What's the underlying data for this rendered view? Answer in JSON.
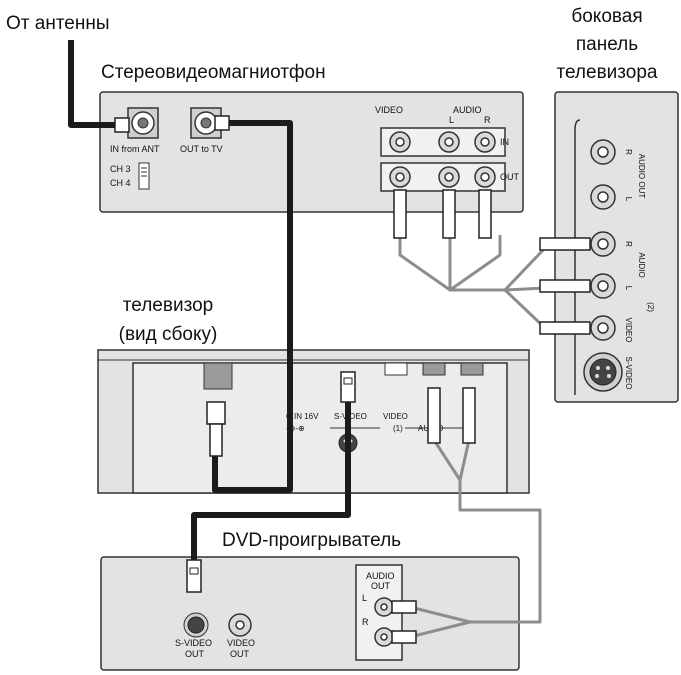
{
  "labels": {
    "antenna": "От антенны",
    "tv_side_panel_line1": "боковая",
    "tv_side_panel_line2": "панель",
    "tv_side_panel_line3": "телевизора",
    "vcr": "Стереовидеомагниотфон",
    "tv_side_view_line1": "телевизор",
    "tv_side_view_line2": "(вид сбоку)",
    "dvd": "DVD-проигрыватель"
  },
  "vcr": {
    "in_from_ant": "IN from ANT",
    "out_to_tv": "OUT to TV",
    "ch3": "CH 3",
    "ch4": "CH 4",
    "video": "VIDEO",
    "audio": "AUDIO",
    "l": "L",
    "r": "R",
    "in": "IN",
    "out": "OUT"
  },
  "tv_side": {
    "audio_out": "AUDIO OUT",
    "r": "R",
    "l": "L",
    "audio": "AUDIO",
    "input2": "(2)",
    "video": "VIDEO",
    "s_video": "S-VIDEO"
  },
  "tv_rear": {
    "dc_in": "C IN 16V",
    "s_video": "S-VIDEO",
    "video": "VIDEO",
    "input1": "(1)",
    "audio": "AUDIO"
  },
  "dvd_panel": {
    "audio_out_line1": "AUDIO",
    "audio_out_line2": "OUT",
    "l": "L",
    "r": "R",
    "s_video": "S-VIDEO",
    "s_video_out": "OUT",
    "video": "VIDEO",
    "video_out": "OUT"
  },
  "colors": {
    "panel_fill": "#e3e3e3",
    "cable_black": "#1b1b1b",
    "cable_gray": "#8d8d8d"
  }
}
